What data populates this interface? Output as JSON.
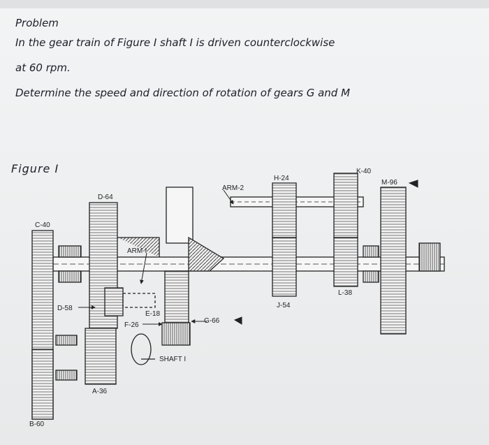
{
  "problem": {
    "title": "Problem",
    "line1": "In the gear train of Figure I shaft I is driven counterclockwise",
    "line2": "at 60 rpm.",
    "line3": "Determine the speed and direction of rotation of gears G and M"
  },
  "figure": {
    "caption": "Figure I",
    "labels": {
      "c40": "C-40",
      "d64": "D-64",
      "d58": "D-58",
      "a36": "A-36",
      "b60": "B-60",
      "arm1": "ARM-I",
      "arm2": "ARM-2",
      "e18": "E-18",
      "f26": "F-26",
      "g66": "G-66",
      "shaft1": "SHAFT I",
      "h24": "H-24",
      "j54": "J-54",
      "k40": "K-40",
      "l38": "L-38",
      "m96": "M-96"
    }
  },
  "colors": {
    "ink": "#222222",
    "paper": "#f1f2f3",
    "hand_ink": "#1e1f2a"
  }
}
